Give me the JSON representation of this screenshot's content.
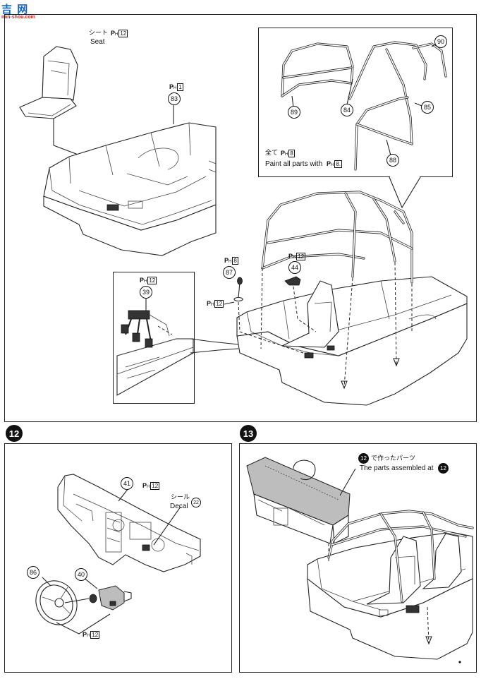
{
  "watermark": {
    "main": "吉 网",
    "url": "nan-shou.com"
  },
  "paint_code": "P",
  "paint_sub": "H",
  "steps": {
    "step12": "12",
    "step13": "13"
  },
  "top": {
    "seat_jp": "シート",
    "seat_en": "Seat",
    "seat_ref": "12",
    "tub_ref": "1",
    "tub_part": "83",
    "cage_parts": [
      "90",
      "89",
      "84",
      "85",
      "88"
    ],
    "cage_note_jp": "全て",
    "cage_note_ref": "8",
    "cage_note_en": "Paint all parts with",
    "cage_note_en_ref": "8.",
    "lever_ref": "8",
    "lever_part": "87",
    "lever_base_ref": "12",
    "mirror_ref": "12",
    "mirror_part": "44",
    "pedal_ref": "12",
    "pedal_part": "39"
  },
  "step12": {
    "dash_part": "41",
    "dash_ref": "12",
    "decal_jp": "シール",
    "decal_en": "Decal",
    "decal_num": "22",
    "wheel_part": "86",
    "hub_part": "40",
    "wheel_ref": "12"
  },
  "step13": {
    "note_jp": "で作ったパーツ",
    "note_num": "12",
    "note_en": "The parts assembled at",
    "note_en_num": "12"
  }
}
